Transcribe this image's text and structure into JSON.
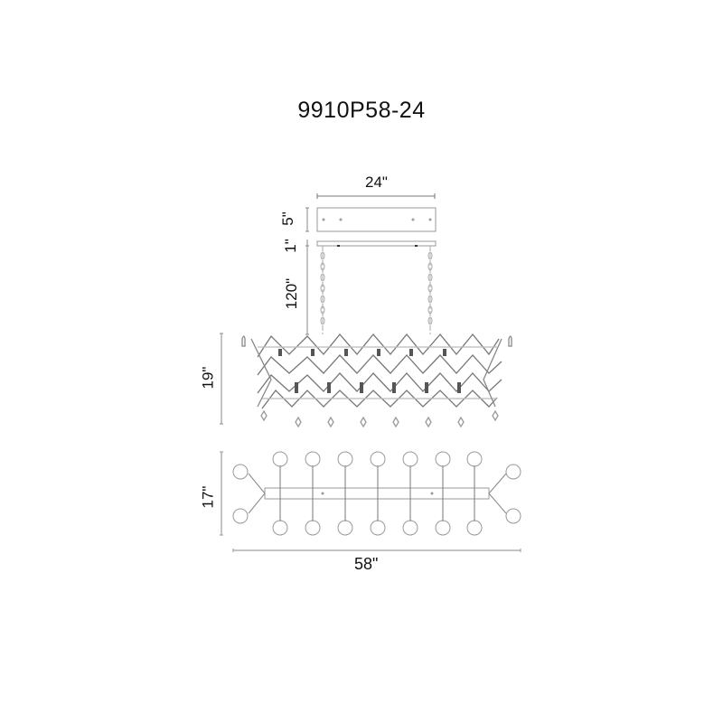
{
  "title": "9910P58-24",
  "dimensions": {
    "canopy_width": "24\"",
    "canopy_height": "5\"",
    "bracket_height": "1\"",
    "chain_length": "120\"",
    "fixture_height": "19\"",
    "fixture_depth": "17\"",
    "fixture_length": "58\""
  },
  "colors": {
    "line": "#9a9a9a",
    "dark_line": "#555555",
    "text": "#111111"
  }
}
